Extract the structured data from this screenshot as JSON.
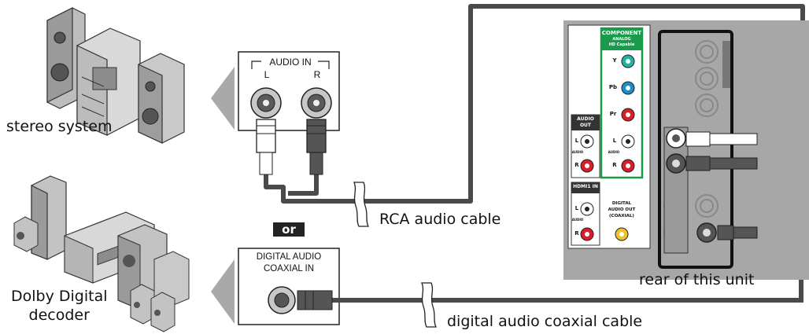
{
  "labels": {
    "stereo_system": "stereo system",
    "dolby_line1": "Dolby Digital",
    "dolby_line2": "decoder",
    "rca_cable": "RCA audio cable",
    "digital_cable": "digital audio coaxial cable",
    "rear_unit": "rear of this unit",
    "or": "or"
  },
  "audio_in_panel": {
    "title": "AUDIO IN",
    "left": "L",
    "right": "R"
  },
  "digital_panel": {
    "line1": "DIGITAL AUDIO",
    "line2": "COAXIAL  IN"
  },
  "rear_panel": {
    "component_title": "COMPONENT",
    "component_sub1": "ANALOG",
    "component_sub2": "HD Capable",
    "y": "Y",
    "pb": "Pb",
    "pr": "Pr",
    "audio_out_line1": "AUDIO",
    "audio_out_line2": "OUT",
    "l": "L",
    "r": "R",
    "audio_small": "AUDIO",
    "hdmi1_in": "HDMI1 IN",
    "digital_out_line1": "DIGITAL",
    "digital_out_line2": "AUDIO OUT",
    "digital_out_line3": "(COAXIAL)"
  },
  "colors": {
    "cable": "#4a4a4a",
    "component_green": "#1a9a4a",
    "jack_red": "#d81e2a",
    "jack_blue": "#1a8fc8",
    "jack_cyan": "#22b3a6",
    "jack_yellow": "#f2c22a",
    "panel_gray": "#a7a7a7",
    "arrow_gray": "#a9a9a9"
  }
}
